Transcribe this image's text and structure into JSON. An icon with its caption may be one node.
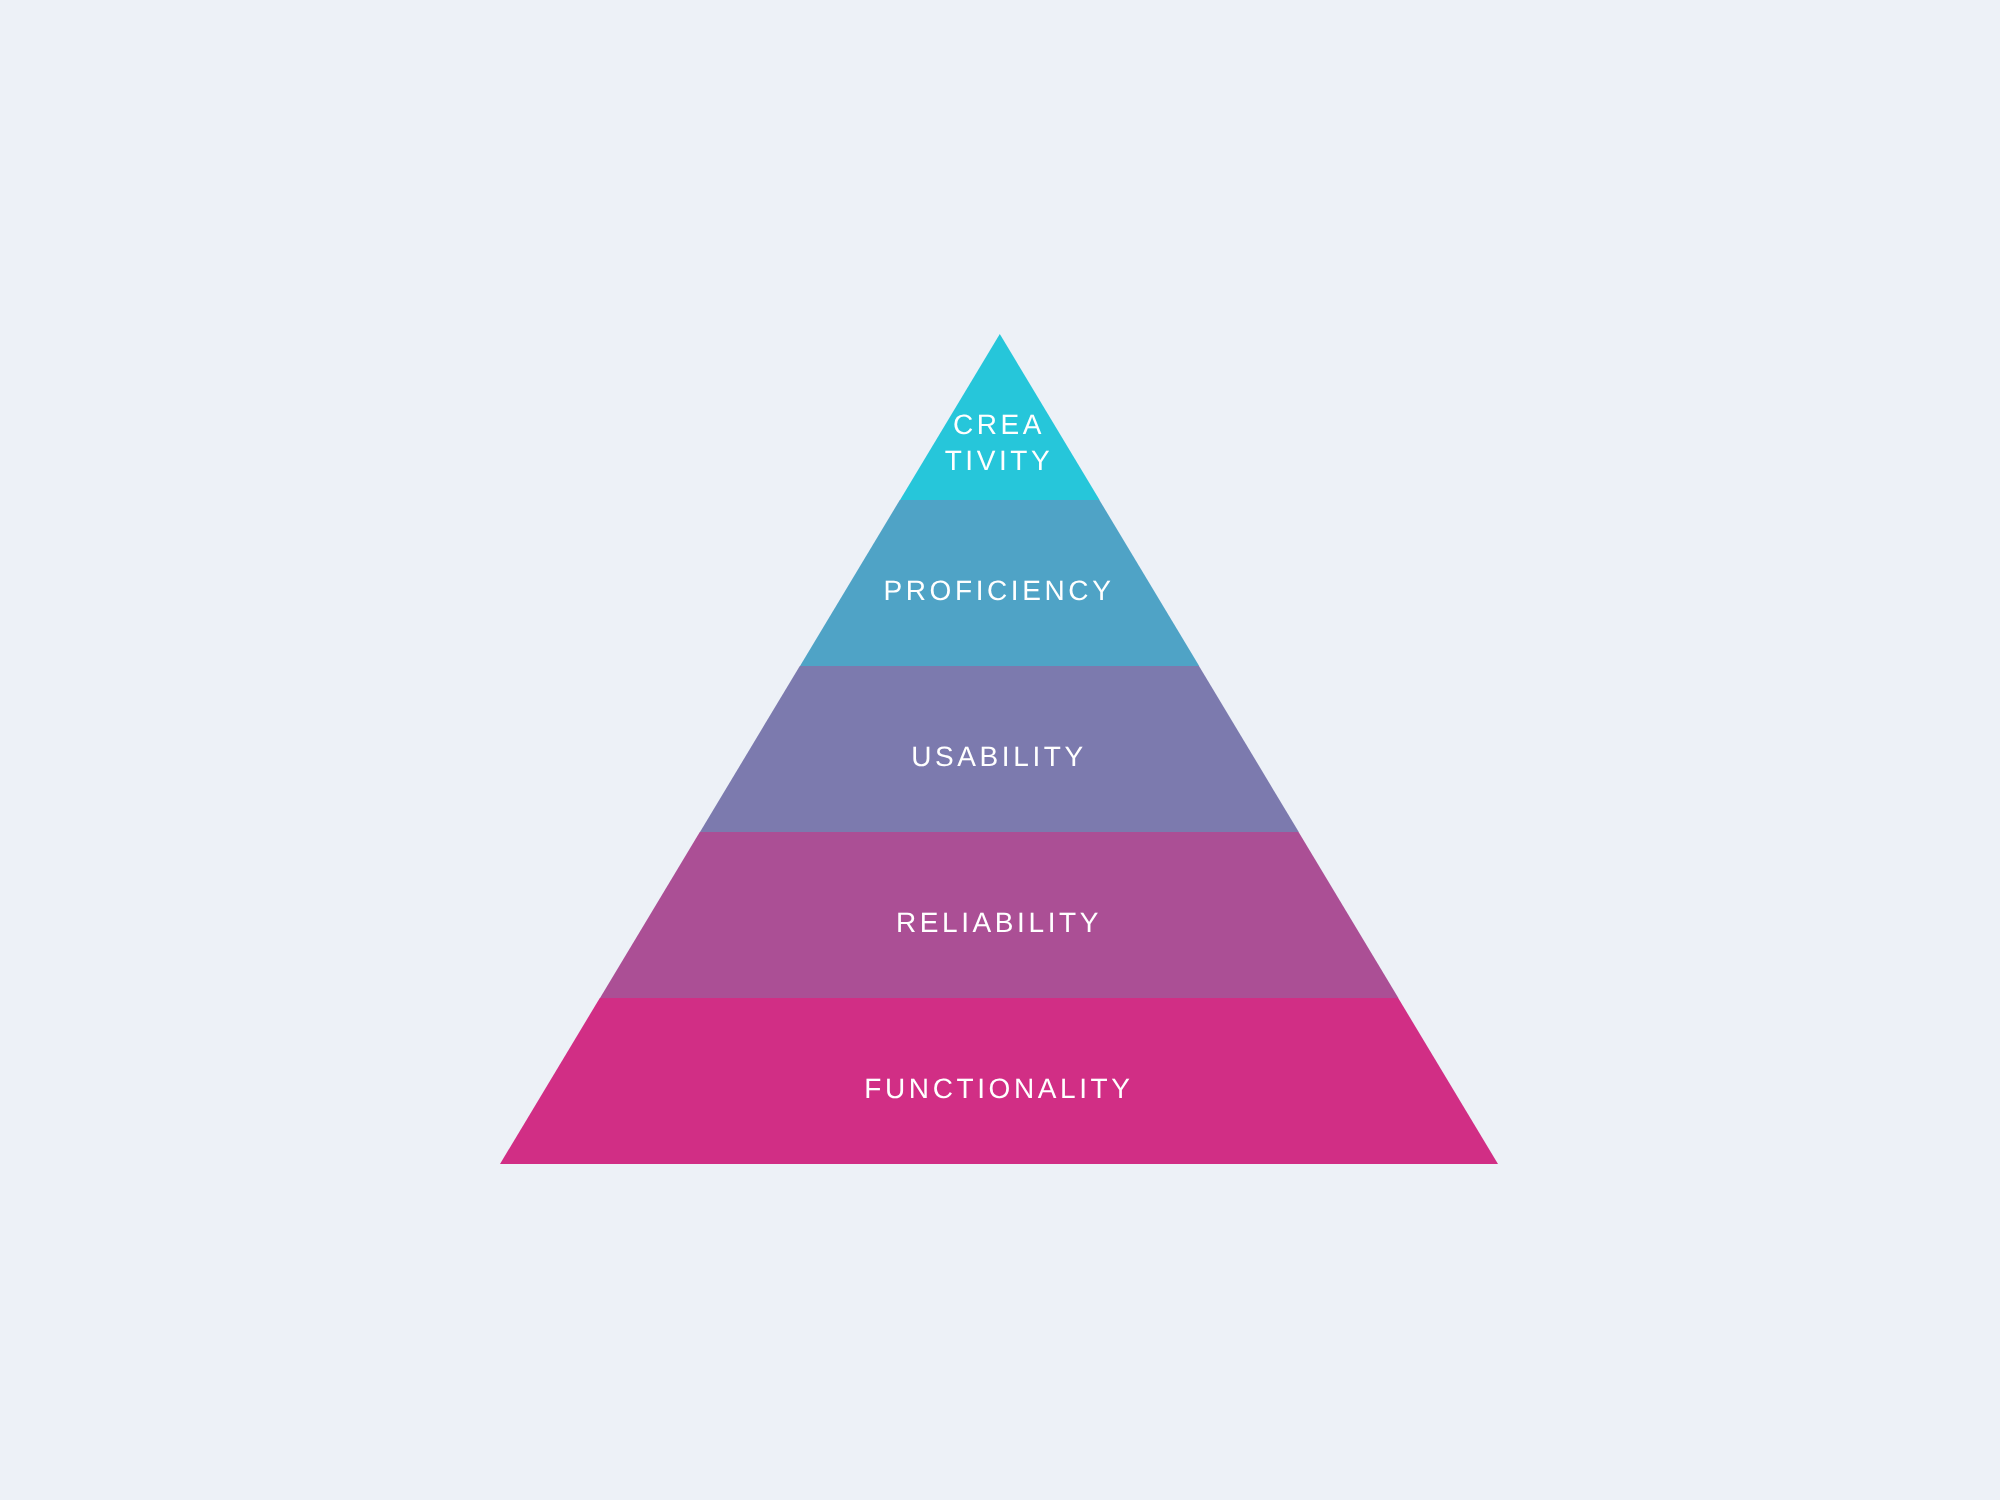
{
  "diagram": {
    "nodes": [
      {
        "text": [
          "CREA TIVITY"
        ]
      },
      {
        "text": [
          "PROFICIENCY"
        ]
      },
      {
        "text": [
          "USABILITY"
        ]
      },
      {
        "text": [
          "RELIABILITY"
        ]
      },
      {
        "text": [
          "FUNCTIONALITY"
        ]
      }
    ]
  }
}
